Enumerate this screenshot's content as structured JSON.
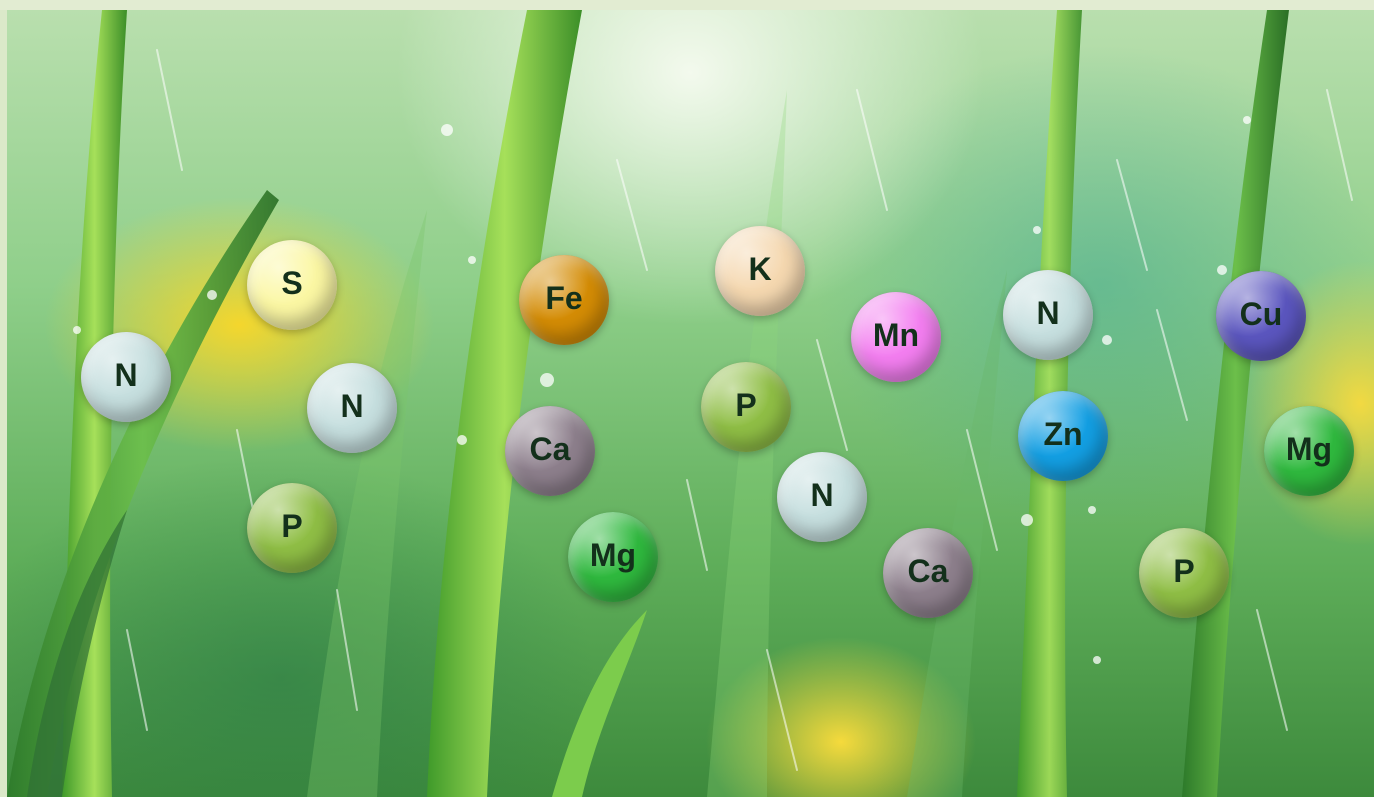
{
  "banner": {
    "partial_text": ""
  },
  "colors": {
    "banner_orange": "#e39a1c",
    "N": "#c6dfdf",
    "S": "#fbf7a3",
    "P": "#8fbe45",
    "Fe": "#d48c05",
    "Ca": "#8d7f8c",
    "Mg": "#2fb93e",
    "K": "#f5d8b0",
    "Mn": "#f37ef0",
    "Zn": "#139fe3",
    "Cu": "#5b56bf",
    "label_dark": "#13301b"
  },
  "nutrients": [
    {
      "symbol": "N",
      "fill": "#c6dfdf"
    },
    {
      "symbol": "S",
      "fill": "#fbf7a3"
    },
    {
      "symbol": "N",
      "fill": "#c6dfdf"
    },
    {
      "symbol": "P",
      "fill": "#8fbe45"
    },
    {
      "symbol": "Fe",
      "fill": "#d48c05"
    },
    {
      "symbol": "Ca",
      "fill": "#8d7f8c"
    },
    {
      "symbol": "Mg",
      "fill": "#2fb93e"
    },
    {
      "symbol": "K",
      "fill": "#f5d8b0"
    },
    {
      "symbol": "P",
      "fill": "#8fbe45"
    },
    {
      "symbol": "N",
      "fill": "#c6dfdf"
    },
    {
      "symbol": "Mn",
      "fill": "#f37ef0"
    },
    {
      "symbol": "Ca",
      "fill": "#8d7f8c"
    },
    {
      "symbol": "N",
      "fill": "#c6dfdf"
    },
    {
      "symbol": "Zn",
      "fill": "#139fe3"
    },
    {
      "symbol": "P",
      "fill": "#8fbe45"
    },
    {
      "symbol": "Cu",
      "fill": "#5b56bf"
    },
    {
      "symbol": "Mg",
      "fill": "#2fb93e"
    }
  ]
}
